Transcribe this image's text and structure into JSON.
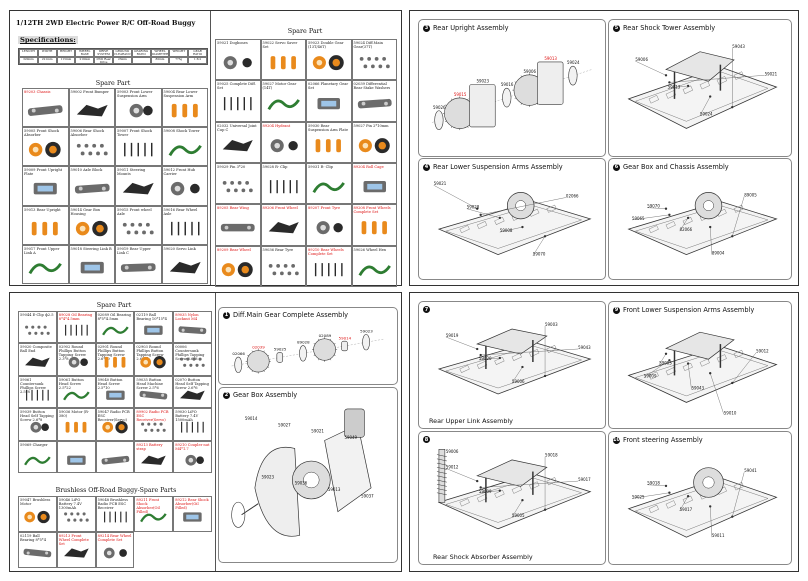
{
  "page1": {
    "title": "1/12TH 2WD Electric Power R/C Off-Road Buggy",
    "spec_heading": "Specifications:",
    "spec_headers": [
      "LENGTH",
      "WIDTH",
      "HEIGHT",
      "WHEEL BASE",
      "DRIVE SYSTEM",
      "GROUND CLEARANCE",
      "GEARING RATIO",
      "WHEEL DIAMETER",
      "WEIGHT",
      "GEAR RATIO"
    ],
    "spec_values": [
      "320mm",
      "221mm",
      "115mm",
      "219mm",
      "2WD Rear Drive",
      "23mm",
      "",
      "80mm",
      "775g",
      "1:8.2"
    ],
    "left_heading": "Spare Part",
    "left_parts": [
      [
        "89203 Chassis",
        "59002 Front Bumper",
        "59003 Front Lower Suspension Arm",
        "59004 Rear Lower Suspension Arm"
      ],
      [
        "59005 Front Shock Absorber",
        "59006 Rear Shock Absorber",
        "59007 Front Shock Tower",
        "59008 Shock Tower"
      ],
      [
        "59009 Front Upright Plate",
        "59010 Axle Block",
        "59011 Steering Mounts",
        "59012 Front Hub Carrier"
      ],
      [
        "59013 Rear Upright",
        "59014 Gear Box Housing",
        "59015 Front wheel Axle",
        "59016 Rear Wheel Axle"
      ],
      [
        "59017 Front Upper Link A",
        "59018 Steering Link B",
        "59019 Rear Upper Link C",
        "59020 Servo Link"
      ]
    ],
    "right_heading": "Spare Part",
    "right_parts": [
      [
        "59021 Dogbones",
        "59022 Servo Saver Set",
        "59023 Double Gear (13T/46T)",
        "59024 Diff.Main Gear(37T)"
      ],
      [
        "59025 Complete Diff. Set",
        "59027 Motor Gear (14T)",
        "02066 Planetary Gear Set",
        "02039 Differential Rear Stake Washers"
      ],
      [
        "02032 Universal Joint Cup C",
        "89204 Hydrant",
        "59030 Rear Suspension Arm Plate",
        "59027 Pin 2*10mm"
      ],
      [
        "59029 Pin 3*20",
        "59028 R- Clip",
        "59031 R- Clip",
        "89204 Roll Cage"
      ],
      [
        "89205 Rear Wing",
        "89206 Front Wheel",
        "89207 Front Tyre",
        "89208 Front Wheels Complete Set"
      ],
      [
        "89209 Rear Wheel",
        "59036 Rear Tyre",
        "89210 Rear Wheels Complete Set",
        "59026 Wheel Hex"
      ]
    ]
  },
  "page2": {
    "asm3": "Rear Upright Assembly",
    "asm5": "Rear Shock Tower Assembly",
    "asm4": "Rear Lower Suspension Arms Assembly",
    "asm6": "Gear Box and Chassis Assembly",
    "labels": [
      "59026",
      "59015",
      "59023",
      "59016",
      "59006",
      "59013",
      "59024",
      "59043",
      "59021",
      "59028",
      "59008",
      "59070",
      "02066",
      "89004",
      "89005",
      "59065"
    ]
  },
  "page3": {
    "left_heading": "Spare Part",
    "left_parts": [
      [
        "59044 E-Clip ф2.5",
        "89028 Oil Bearing 8*4*4.5mm",
        "02089 Oil Bearing 8*5*4.5mm",
        "02119 Ball Bearing 10*15*4",
        "89035 Nylon Locknut M4"
      ],
      [
        "59020 Composite Ball End",
        "02902 Round Phillips Button Tapping Screw 2.3*8",
        "02901 Round Phillips Button Tapping Screw 2.6*10",
        "02903 Round Phillips Button Tapping Screw 2.6*14",
        "00006 Countersunk Phillips Tapping Screw 2.6*8"
      ],
      [
        "59061 Countersunk Phillips Screw 2.5*8",
        "59061 Button Head Screw 2.5*22",
        "59040 Button Head Screw 2.5*10",
        "59035 Button Head Machine Screw 2.5*6",
        "02070 Button Head Self Tapping Screw 2.6*6"
      ],
      [
        "59039 Button Head Self Tapping Screw 2.6*8",
        "59036 Motor (R-380)",
        "59047 Radio PCB ESC Receiver(Servo)",
        "89902 Radio PCB ESC Receiver(Servo)",
        "59030 LiPO Battery 7.4V 1500mAh"
      ],
      [
        "59069 Charger",
        "",
        "",
        "89213 Battery strap",
        "89210 Coupler nut M4*1.7"
      ]
    ],
    "brushless_heading": "Brushless Off-Road Buggy-Spare Parts",
    "bl_parts": [
      "59047 Brushless Motor",
      "59046 LiPO Battery 7.4V 1300mAh",
      "59048 Brushless Radio PCB ESC Receiver",
      "89211 Front Shock Absorber(Oil Filled)",
      "89212 Rear Shock Absorber(Oil Filled)",
      "02119 Ball Bearing 8*5*4",
      "89213 Front Wheel Complete Set",
      "89214 Rear Wheel Complete Set"
    ],
    "asm1": "Diff.Main Gear Complete Assembly",
    "asm2": "Gear Box Assembly",
    "labels": [
      "02119",
      "59024",
      "02032",
      "02066",
      "02039",
      "59025",
      "89028",
      "02089",
      "59014",
      "59023",
      "59027",
      "59036",
      "59021",
      "59013",
      "59049",
      "59037"
    ]
  },
  "page4": {
    "asm7": "Rear Upper Link Assembly",
    "asm9": "Front Lower  Suspension Arms Assembly",
    "asm8": "Rear Shock Absorber Assembly",
    "asm10": "Front steering Assembly",
    "labels": [
      "59019",
      "59020",
      "59006",
      "59003",
      "59043",
      "59010",
      "59012",
      "59009",
      "59005",
      "59018",
      "59017",
      "59011",
      "59041",
      "59025",
      "59022",
      "59015"
    ]
  }
}
